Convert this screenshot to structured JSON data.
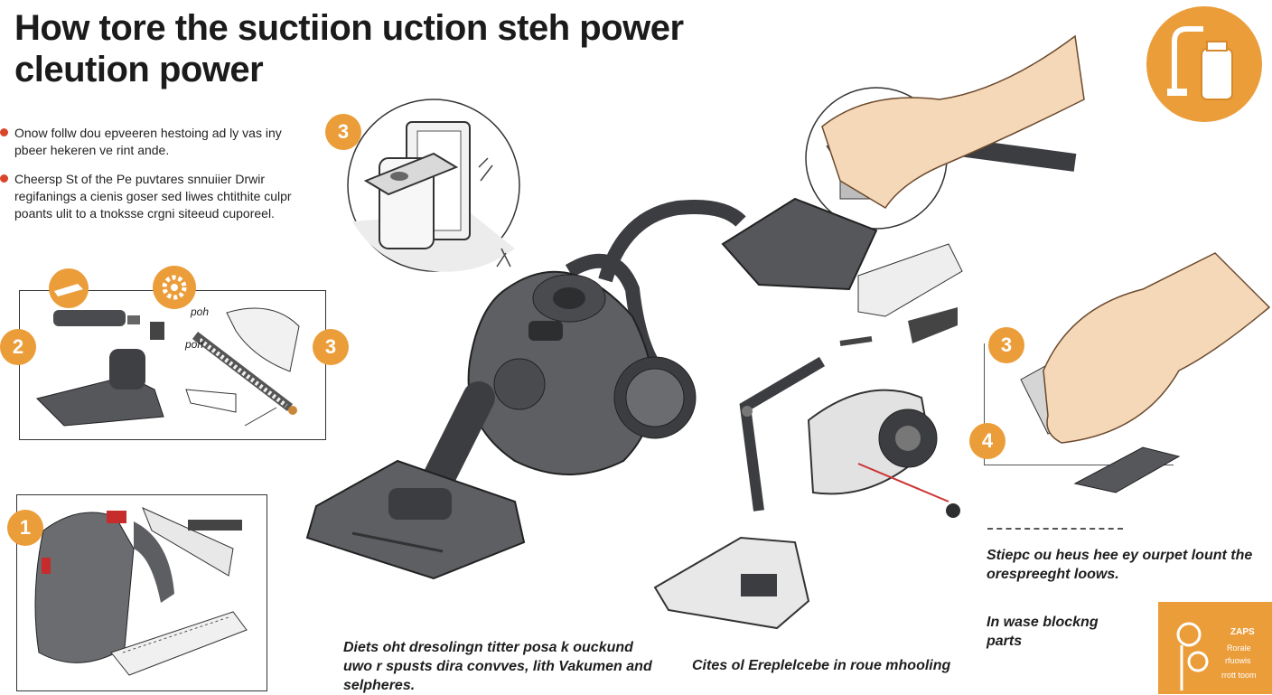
{
  "title": {
    "line1": "How tore the suctiion uction steh power",
    "line2": "cleution power"
  },
  "bullets": [
    "Onow follw dou epveeren hestoing ad ly vas iny pbeer hekeren ve rint ande.",
    "Cheersp St of the Pe puvtares snnuiier Drwir regifanings a cienis goser sed liwes chtithite culpr poants ulit to a tnoksse crgni siteeud cuporeel."
  ],
  "badges": {
    "top_step": "3",
    "left_step": "2",
    "mid_step": "3",
    "right_step3": "3",
    "right_step4": "4",
    "bottom_step": "1"
  },
  "labels": {
    "poh1": "poh",
    "poh2": "poh"
  },
  "captions": {
    "bottom_left": "Diets oht dresolingn titter posa k ouckund uwo r spusts dira convves, lith Vakumen and selpheres.",
    "bottom_middle": "Cites ol Ereplelcebe in roue mhooling",
    "right_steps": "Stiepc ou heus hee ey ourpet lount the orespreeght loows.",
    "right_blocking": "In wase blockng parts"
  },
  "corner_logo": {
    "line1": "ZAPS",
    "line2": "Rorale",
    "line3": "rfuowis",
    "line4": "rrott toom"
  },
  "colors": {
    "accent": "#eb9d3a",
    "bullet_red": "#d8452b",
    "vacuum_body": "#5d5f63",
    "vacuum_dark": "#3c3d40"
  }
}
